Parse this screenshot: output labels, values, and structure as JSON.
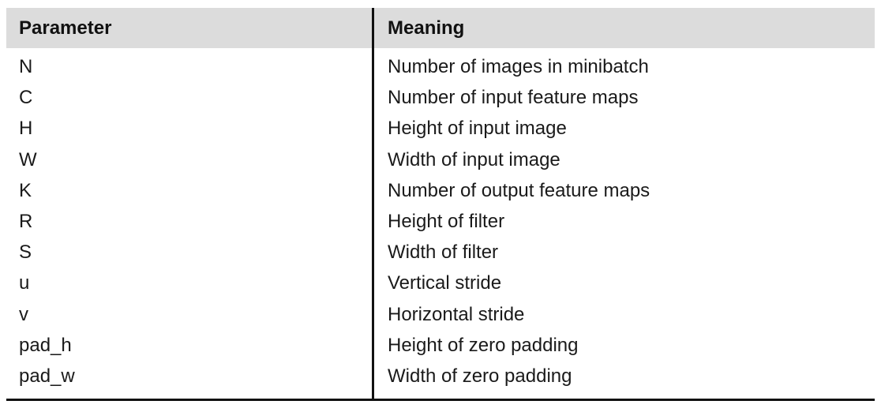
{
  "table": {
    "headers": [
      "Parameter",
      "Meaning"
    ],
    "rows": [
      [
        "N",
        "Number of images in minibatch"
      ],
      [
        "C",
        "Number of input feature maps"
      ],
      [
        "H",
        "Height of input image"
      ],
      [
        "W",
        "Width of input image"
      ],
      [
        "K",
        "Number of output feature maps"
      ],
      [
        "R",
        "Height of filter"
      ],
      [
        "S",
        "Width of filter"
      ],
      [
        "u",
        "Vertical stride"
      ],
      [
        "v",
        "Horizontal stride"
      ],
      [
        "pad_h",
        "Height of zero padding"
      ],
      [
        "pad_w",
        "Width of zero padding"
      ]
    ]
  },
  "colors": {
    "header_background": "#dcdcdc",
    "rule": "#111111",
    "text": "#1a1a1a"
  }
}
